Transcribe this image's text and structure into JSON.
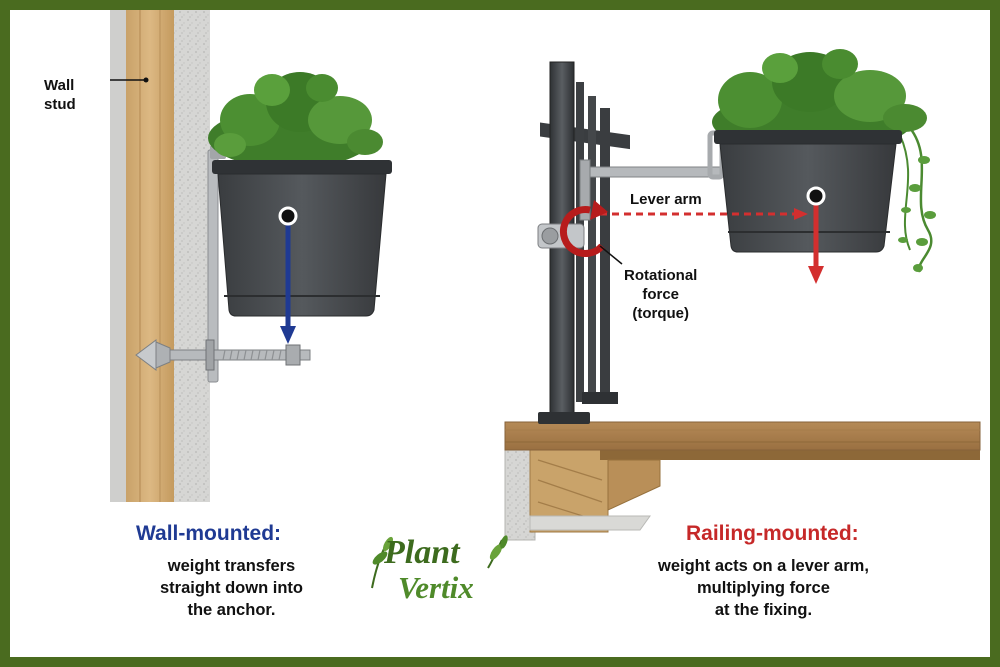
{
  "colors": {
    "frame": "#4a6b1f",
    "wall_caption": "#1f3a93",
    "railing_caption": "#c62828",
    "arrow_blue": "#1f3a93",
    "arrow_red": "#d32f2f",
    "logo_green": "#3d6b1e"
  },
  "labels": {
    "wall_stud": "Wall\nstud",
    "lever_arm": "Lever arm",
    "rotational_force": "Rotational\nforce\n(torque)"
  },
  "captions": {
    "wall_title": "Wall-mounted:",
    "wall_body": "weight transfers\nstraight down into\nthe anchor.",
    "railing_title": "Railing-mounted:",
    "railing_body": "weight acts on a lever arm,\nmultiplying force\nat the fixing."
  },
  "logo": {
    "word1": "Plant",
    "word2": "Vertix",
    "icon": "leaf-sprig-icon"
  }
}
